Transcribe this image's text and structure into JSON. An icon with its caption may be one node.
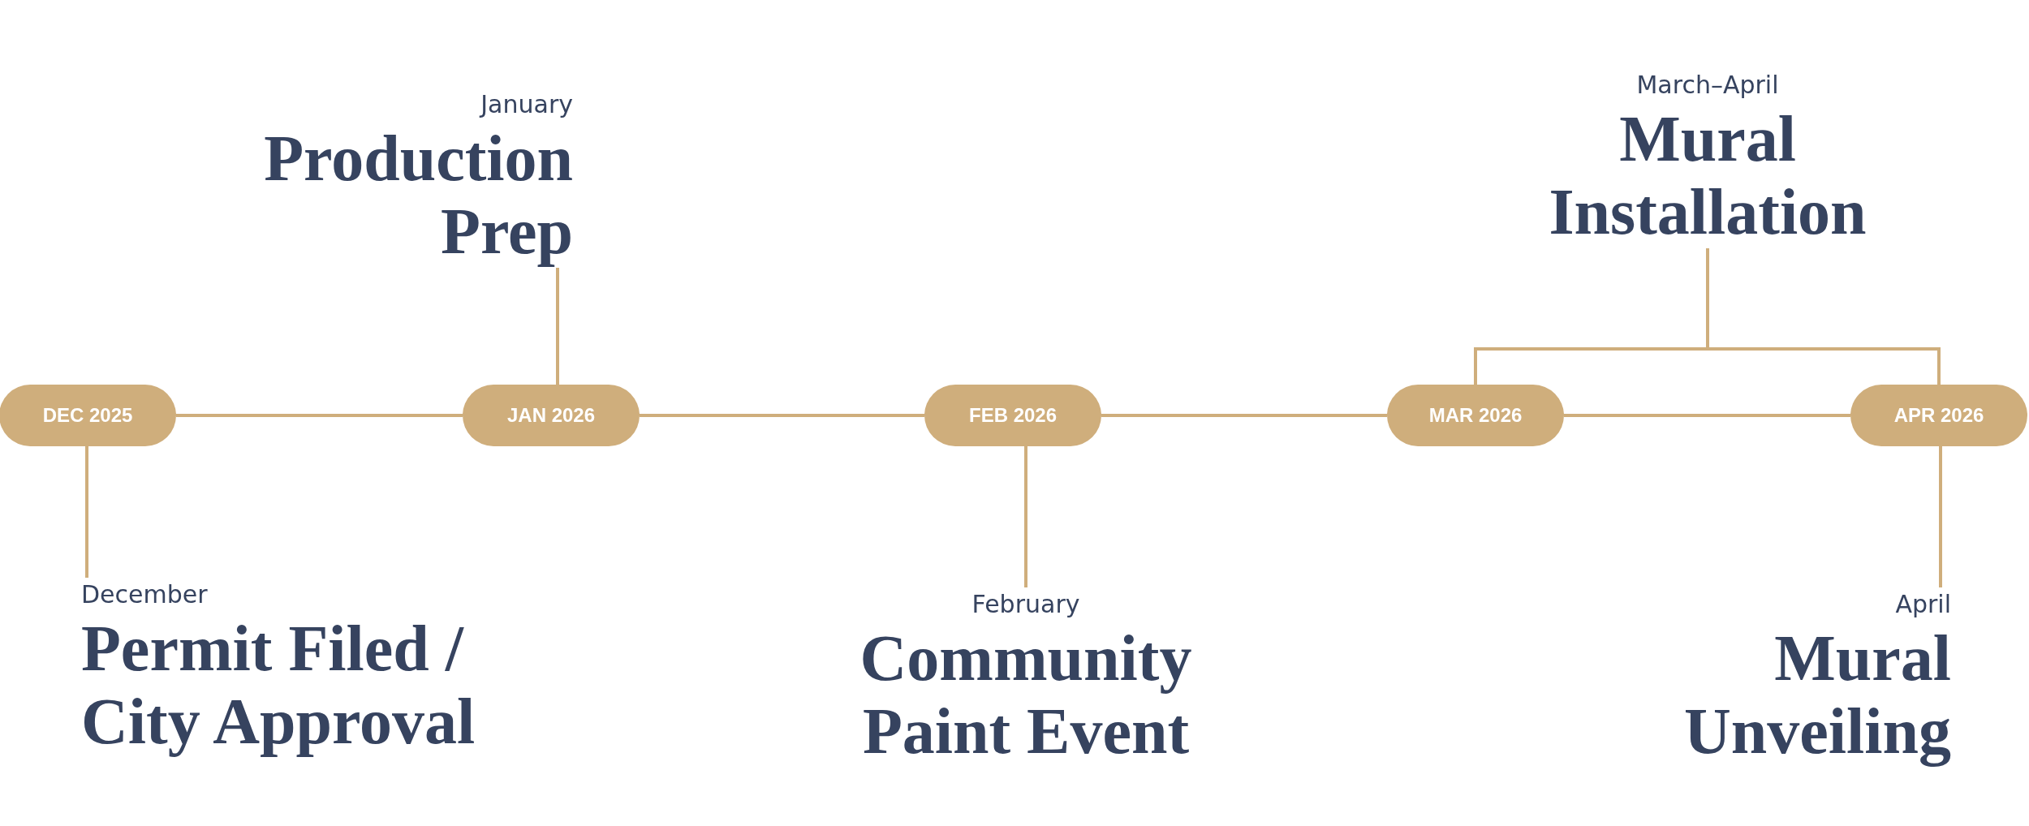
{
  "diagram": {
    "nodes": [
      {
        "text": [
          "DEC 2025"
        ]
      },
      {
        "text": [
          "JAN 2026"
        ]
      },
      {
        "text": [
          "FEB 2026"
        ]
      },
      {
        "text": [
          "MAR 2026"
        ]
      },
      {
        "text": [
          "APR 2026"
        ]
      },
      {
        "text": [
          "January",
          "Production Prep"
        ]
      },
      {
        "text": [
          "December",
          "Permit Filed / City Approval"
        ]
      },
      {
        "text": [
          "February",
          "Community Paint Event"
        ]
      },
      {
        "text": [
          "March–April",
          "Mural Installation"
        ]
      },
      {
        "text": [
          "April",
          "Mural Unveiling"
        ]
      }
    ],
    "edges": [
      {
        "from": 0,
        "to": 1,
        "arrow": "none"
      },
      {
        "from": 1,
        "to": 2,
        "arrow": "none"
      },
      {
        "from": 2,
        "to": 3,
        "arrow": "none"
      },
      {
        "from": 3,
        "to": 4,
        "arrow": "none"
      },
      {
        "from": 5,
        "to": 1,
        "arrow": "none"
      },
      {
        "from": 6,
        "to": 0,
        "arrow": "none"
      },
      {
        "from": 7,
        "to": 2,
        "arrow": "none"
      },
      {
        "from": 8,
        "to": 3,
        "arrow": "none"
      },
      {
        "from": 8,
        "to": 4,
        "arrow": "none"
      },
      {
        "from": 9,
        "to": 4,
        "arrow": "none"
      }
    ]
  }
}
